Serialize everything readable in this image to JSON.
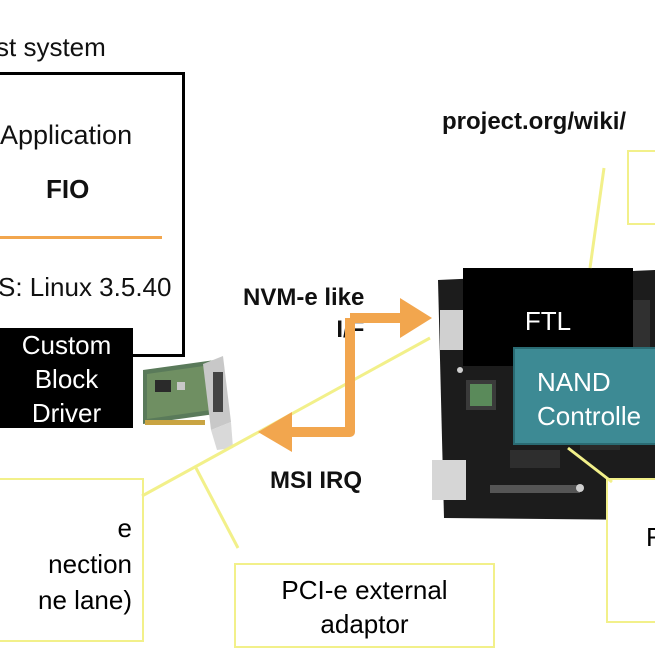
{
  "host": {
    "title": "st system",
    "application_label": "Application",
    "fio_label": "FIO",
    "os_label": "S: Linux 3.5.40",
    "driver_lines": [
      "Custom",
      "Block",
      "Driver"
    ]
  },
  "links": {
    "nvme_lines": [
      "NVM-e like",
      "I/F"
    ],
    "msi_label": "MSI IRQ"
  },
  "connection_box": {
    "lines": [
      "e",
      "nection",
      "ne lane)"
    ]
  },
  "adaptor_box": {
    "lines": [
      "PCI-e external",
      "adaptor"
    ]
  },
  "device": {
    "url": "project.org/wiki/",
    "ftl_label": "FTL",
    "nand_lines": [
      "NAND",
      "Controlle"
    ],
    "partial_label": "F"
  },
  "colors": {
    "arrow": "#f2a64e",
    "callout": "#f2f08a",
    "nand": "#3d8a94"
  }
}
